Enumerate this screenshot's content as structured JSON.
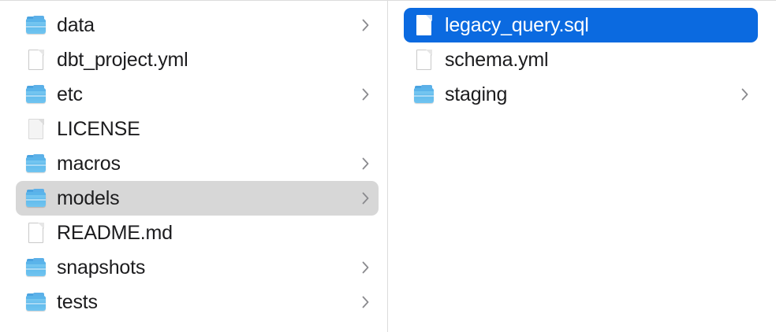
{
  "window": {
    "view_mode": "column-view",
    "accent_color": "#0b6ae0",
    "inactive_selection_color": "#d7d7d7",
    "divider_color": "#dcdcdc",
    "background_color": "#ffffff"
  },
  "columns": [
    {
      "name": "parent-column",
      "items": [
        {
          "label": "data",
          "kind": "folder",
          "has_chevron": true,
          "selected": "none",
          "icon": "folder-icon"
        },
        {
          "label": "dbt_project.yml",
          "kind": "document",
          "has_chevron": false,
          "selected": "none",
          "icon": "document-icon"
        },
        {
          "label": "etc",
          "kind": "folder",
          "has_chevron": true,
          "selected": "none",
          "icon": "folder-icon"
        },
        {
          "label": "LICENSE",
          "kind": "document-plain",
          "has_chevron": false,
          "selected": "none",
          "icon": "document-icon"
        },
        {
          "label": "macros",
          "kind": "folder",
          "has_chevron": true,
          "selected": "none",
          "icon": "folder-icon"
        },
        {
          "label": "models",
          "kind": "folder",
          "has_chevron": true,
          "selected": "inactive",
          "icon": "folder-icon"
        },
        {
          "label": "README.md",
          "kind": "document",
          "has_chevron": false,
          "selected": "none",
          "icon": "document-icon"
        },
        {
          "label": "snapshots",
          "kind": "folder",
          "has_chevron": true,
          "selected": "none",
          "icon": "folder-icon"
        },
        {
          "label": "tests",
          "kind": "folder",
          "has_chevron": true,
          "selected": "none",
          "icon": "folder-icon"
        }
      ]
    },
    {
      "name": "child-column",
      "items": [
        {
          "label": "legacy_query.sql",
          "kind": "document",
          "has_chevron": false,
          "selected": "active",
          "icon": "document-icon"
        },
        {
          "label": "schema.yml",
          "kind": "document",
          "has_chevron": false,
          "selected": "none",
          "icon": "document-icon"
        },
        {
          "label": "staging",
          "kind": "folder",
          "has_chevron": true,
          "selected": "none",
          "icon": "folder-icon"
        }
      ]
    }
  ]
}
